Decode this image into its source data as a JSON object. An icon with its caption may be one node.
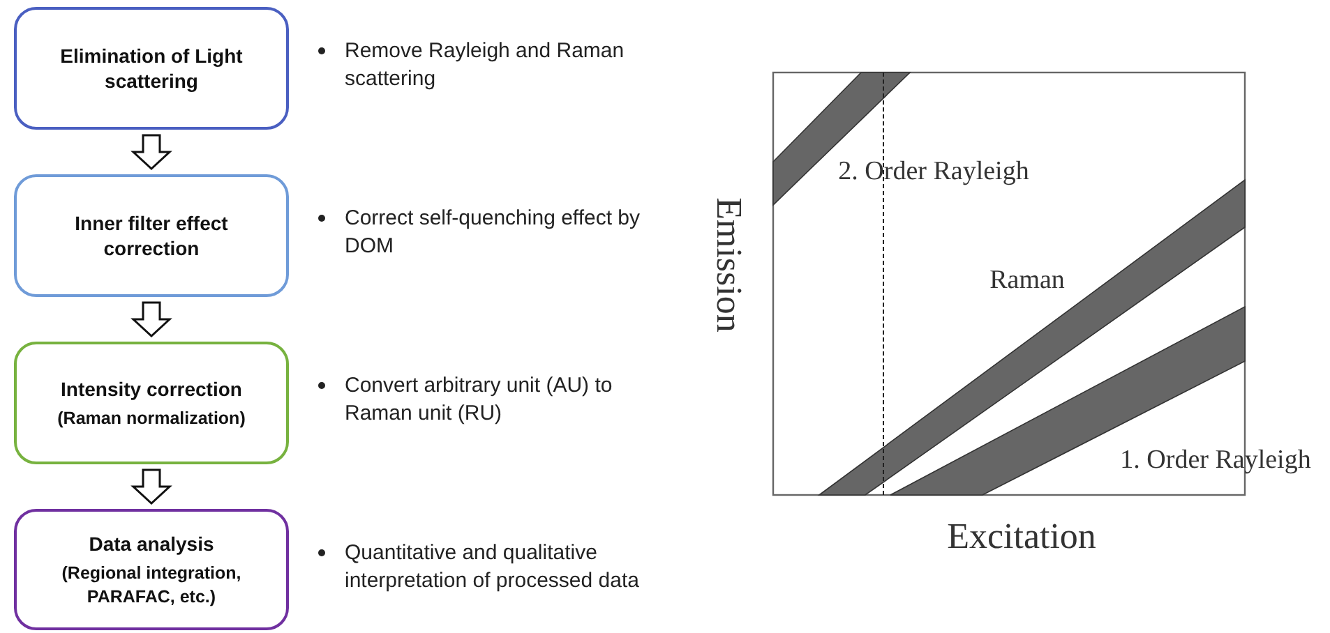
{
  "diagram": {
    "nodes": [
      {
        "text": [
          "Elimination of Light scattering"
        ],
        "beside": [
          "Remove Rayleigh and Raman scattering"
        ]
      },
      {
        "text": [
          "Inner filter effect correction"
        ],
        "beside": [
          "Correct self-quenching effect by DOM"
        ]
      },
      {
        "text": [
          "Intensity correction",
          "(Raman normalization)"
        ],
        "beside": [
          "Convert arbitrary unit (AU) to Raman unit (RU)"
        ]
      },
      {
        "text": [
          "Data analysis",
          "(Regional integration, PARAFAC, etc.)"
        ],
        "beside": [
          "Quantitative and qualitative interpretation of processed data"
        ]
      }
    ],
    "edges": [
      {
        "from": 0,
        "to": 1,
        "arrow": "to"
      },
      {
        "from": 1,
        "to": 2,
        "arrow": "to"
      },
      {
        "from": 2,
        "to": 3,
        "arrow": "to"
      }
    ],
    "labels": [
      "2. Order Rayleigh",
      "Emission",
      "Raman",
      "1. Order Rayleigh",
      "Excitation"
    ]
  }
}
